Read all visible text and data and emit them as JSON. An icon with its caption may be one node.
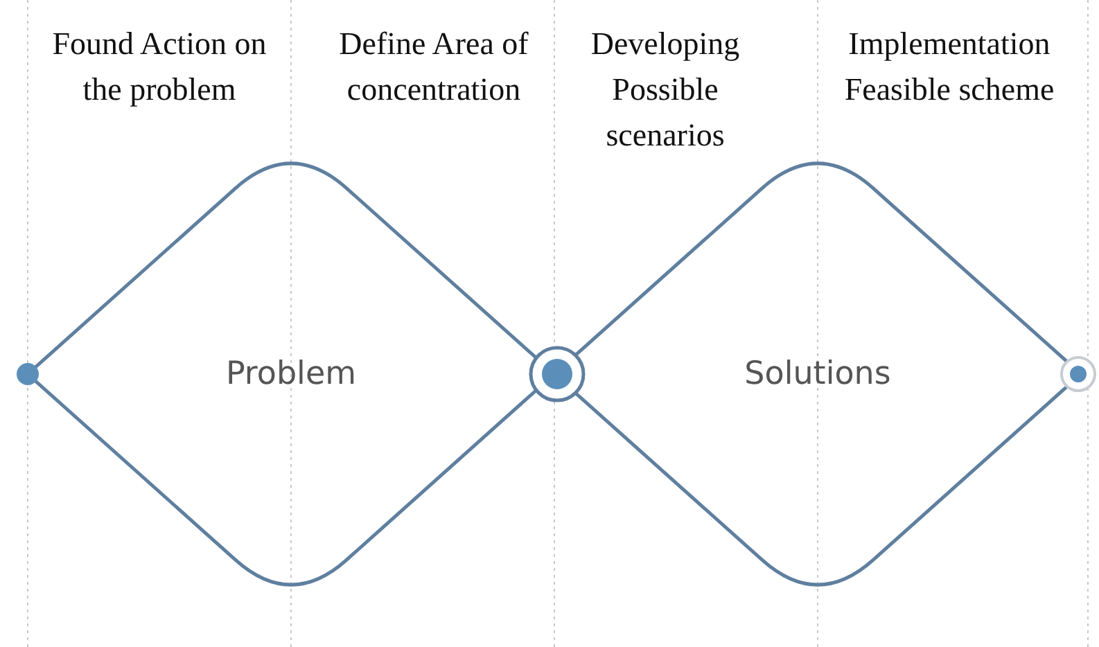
{
  "diagram": {
    "nodes": [
      {
        "text": [
          "Problem"
        ]
      },
      {
        "text": [
          "Solutions"
        ]
      },
      {
        "text": [],
        "shape": "circle"
      },
      {
        "text": [],
        "shape": "circle"
      },
      {
        "text": [],
        "shape": "circle"
      }
    ],
    "edges": [],
    "labels": [
      "Found Action on the problem",
      "Define Area of concentration",
      "Developing Possible scenarios",
      "Implementation Feasible scheme"
    ]
  }
}
